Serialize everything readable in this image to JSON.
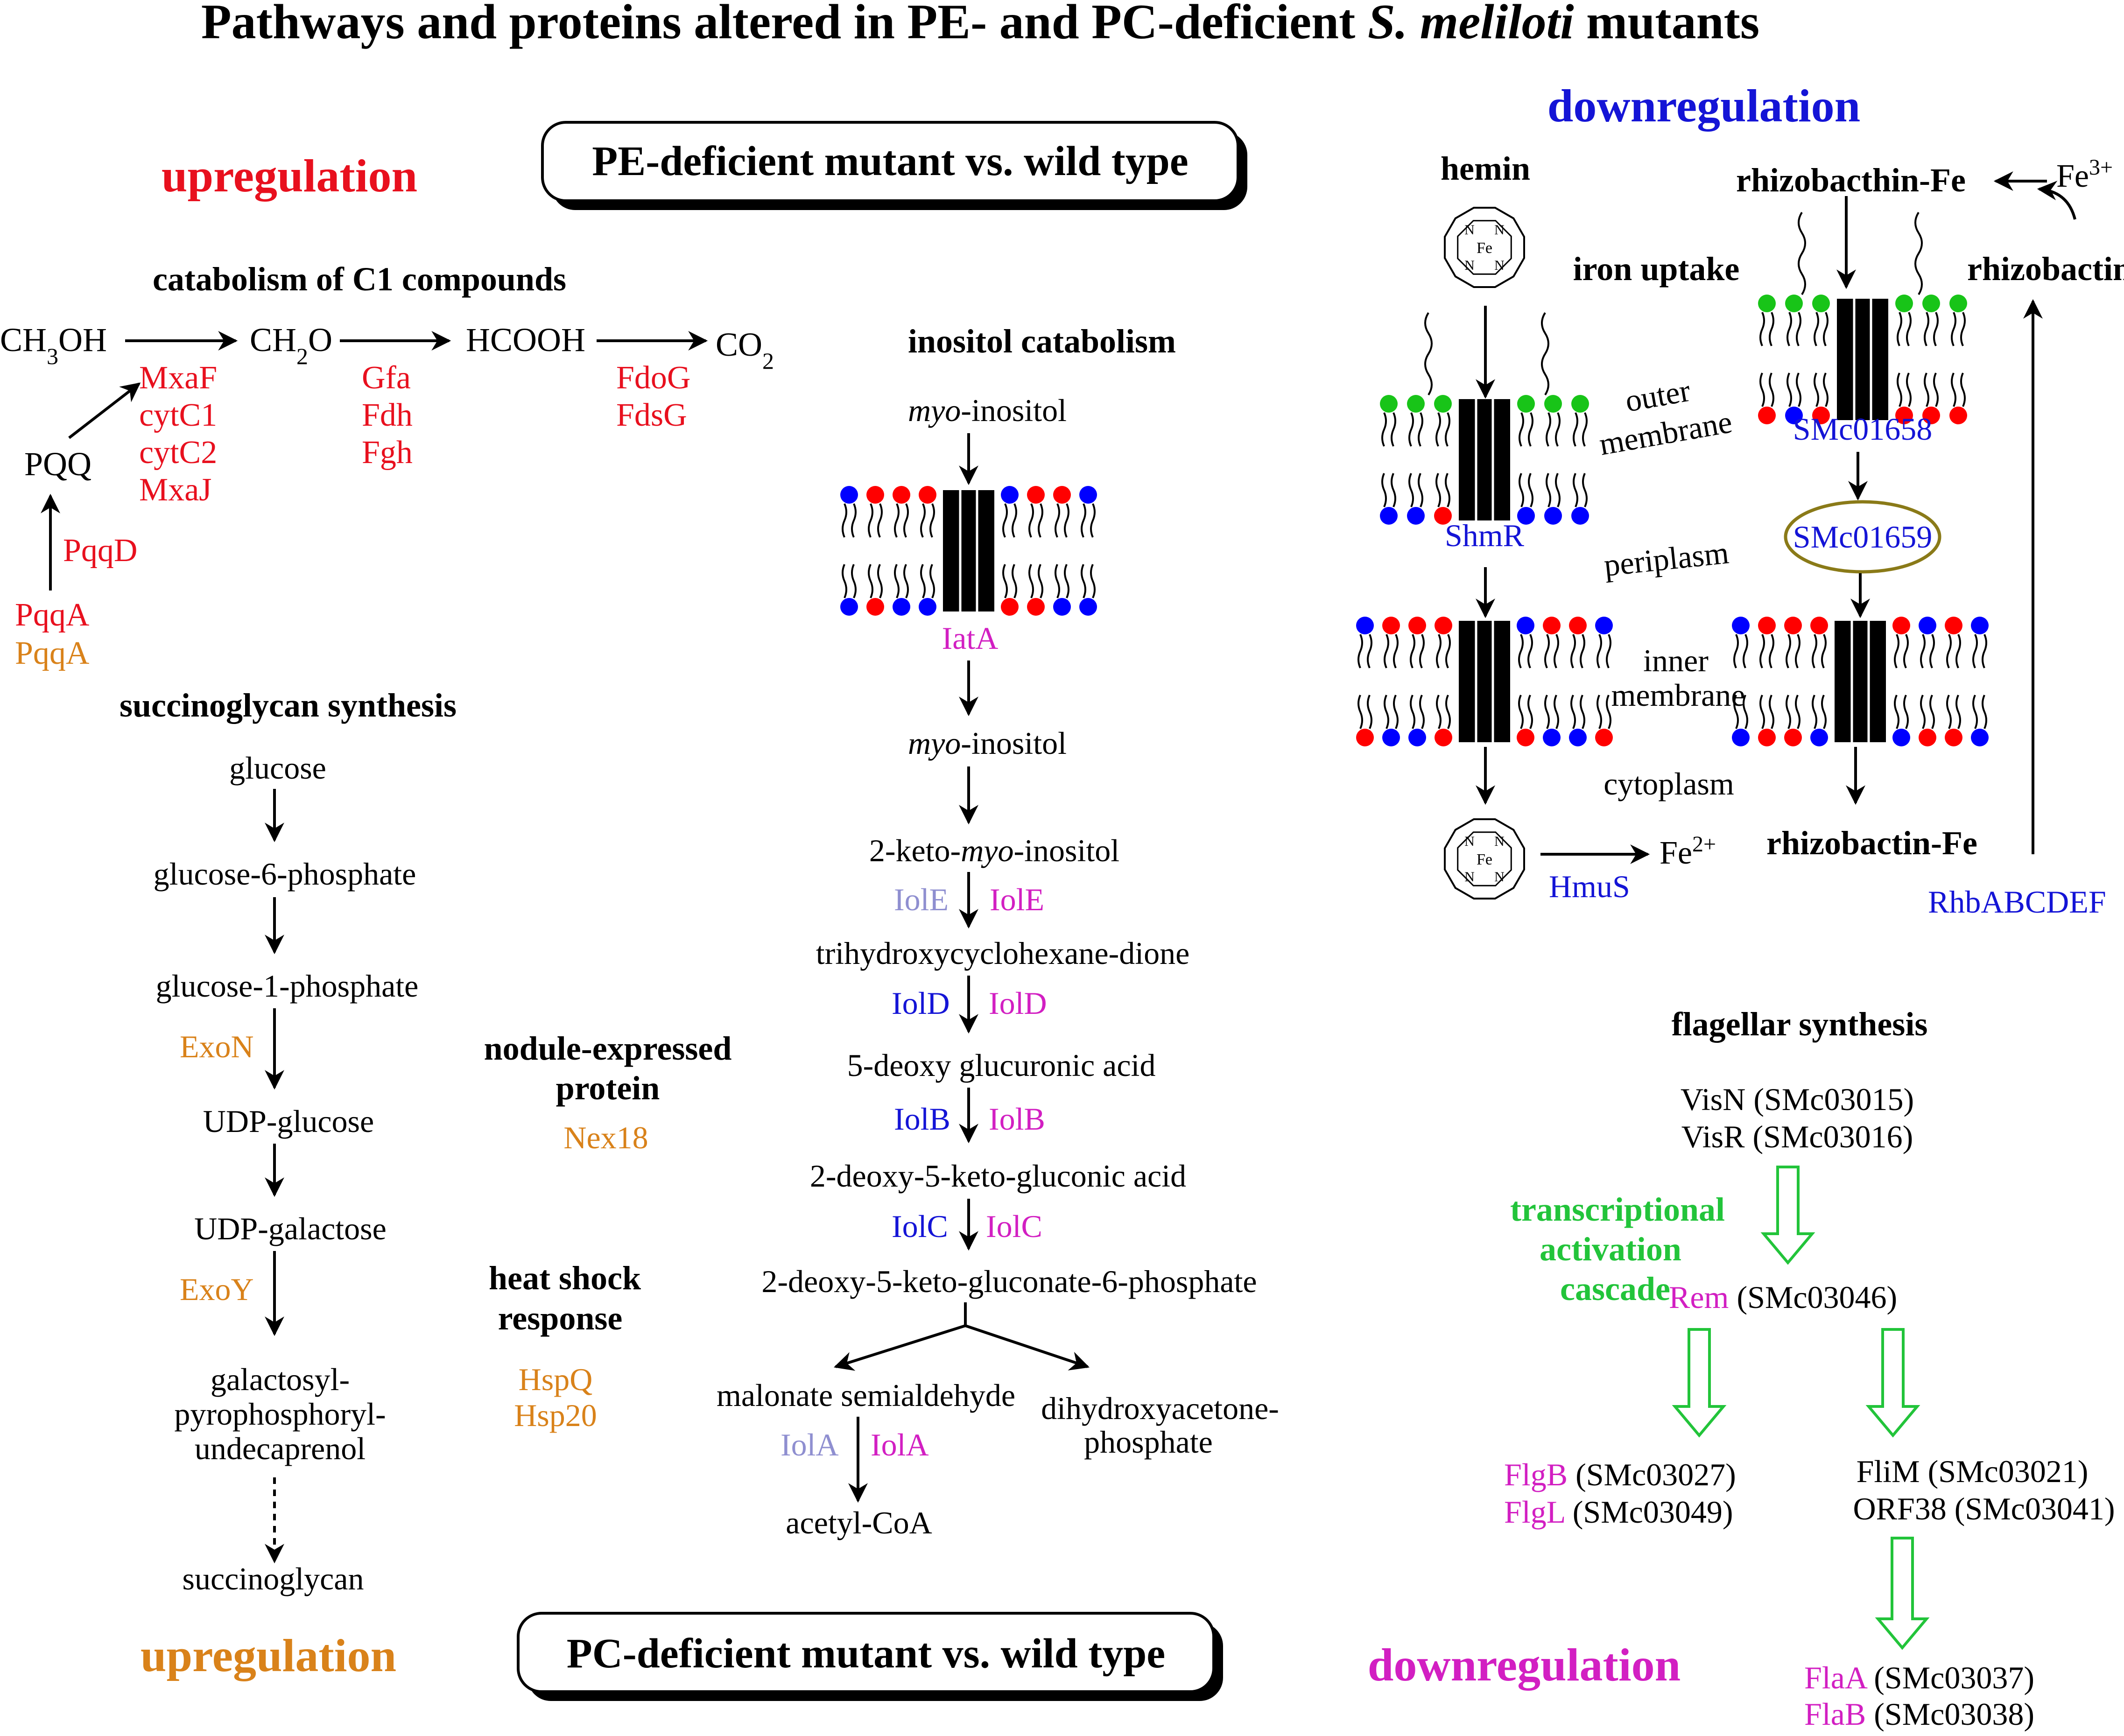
{
  "title": {
    "main": "Pathways and proteins altered in PE- and PC-deficient ",
    "species": "S. meliloti",
    "suffix": " mutants"
  },
  "boxes": {
    "pe": "PE-deficient mutant vs. wild type",
    "pc": "PC-deficient mutant vs. wild type"
  },
  "headers": {
    "upreg_pe": "upregulation",
    "downreg_pe": "downregulation",
    "upreg_pc": "upregulation",
    "downreg_pc": "downregulation"
  },
  "colors": {
    "pe_up": "#e8101e",
    "pe_down": "#1414d6",
    "pc_up": "#d9821a",
    "pc_down": "#d21fc2",
    "iol_light": "#8f8fd0",
    "cascade": "#22c43a",
    "lipid_head_red": "#ff0000",
    "lipid_head_blue": "#0000ff",
    "lipid_head_green": "#18c418",
    "periplasm_ring": "#8a7a18"
  },
  "c1": {
    "section": "catabolism of C1 compounds",
    "ch3oh": "CH",
    "ch3oh_sub": "3",
    "ch3oh_tail": "OH",
    "ch2o": "CH",
    "ch2o_sub": "2",
    "ch2o_tail": "O",
    "hcooh": "HCOOH",
    "co2": "CO",
    "co2_sub": "2",
    "pqq": "PQQ",
    "enz1": [
      "MxaF",
      "cytC1",
      "cytC2",
      "MxaJ"
    ],
    "enz2": [
      "Gfa",
      "Fdh",
      "Fgh"
    ],
    "enz3": [
      "FdoG",
      "FdsG"
    ],
    "pqqd": "PqqD",
    "pqqa_pe": "PqqA",
    "pqqa_pc": "PqqA"
  },
  "succinoglycan": {
    "section": "succinoglycan synthesis",
    "glucose": "glucose",
    "g6p": "glucose-6-phosphate",
    "g1p": "glucose-1-phosphate",
    "exon": "ExoN",
    "udpglc": "UDP-glucose",
    "udpgal": "UDP-galactose",
    "exoy": "ExoY",
    "gal1": "galactosyl-",
    "gal2": "pyrophosphoryl-",
    "gal3": "undecaprenol",
    "end": "succinoglycan"
  },
  "nodule": {
    "title1": "nodule-expressed",
    "title2": "protein",
    "protein": "Nex18"
  },
  "heatshock": {
    "title1": "heat shock",
    "title2": "response",
    "p1": "HspQ",
    "p2": "Hsp20"
  },
  "inositol": {
    "section": "inositol catabolism",
    "myo": "myo",
    "inositol": "-inositol",
    "iata": "IatA",
    "keto_pre": "2-keto-",
    "keto_myo": "myo",
    "keto_post": "-inositol",
    "iole_a": "IolE",
    "iole_b": "IolE",
    "trione": "trihydroxycyclohexane-dione",
    "iold_a": "IolD",
    "iold_b": "IolD",
    "deoxyglu": "5-deoxy glucuronic acid",
    "iolb_a": "IolB",
    "iolb_b": "IolB",
    "dkg": "2-deoxy-5-keto-gluconic acid",
    "iolc_a": "IolC",
    "iolc_b": "IolC",
    "dkgp": "2-deoxy-5-keto-gluconate-6-phosphate",
    "malonate": "malonate semialdehyde",
    "dhap1": "dihydroxyacetone-",
    "dhap2": "phosphate",
    "iola_a": "IolA",
    "iola_b": "IolA",
    "acetyl": "acetyl-CoA"
  },
  "iron": {
    "hemin": "hemin",
    "uptake": "iron uptake",
    "rfe_top": "rhizobacthin-Fe",
    "fe3": "Fe",
    "fe3_sup": "3+",
    "rhizobactin": "rhizobactin",
    "outer1": "outer",
    "outer2": "membrane",
    "shmr": "ShmR",
    "smc1658": "SMc01658",
    "periplasm": "periplasm",
    "smc1659": "SMc01659",
    "inner1": "inner",
    "inner2": "membrane",
    "cytoplasm": "cytoplasm",
    "hmus": "HmuS",
    "fe2": "Fe",
    "fe2_sup": "2+",
    "rfe_bottom": "rhizobactin-Fe",
    "rhb": "RhbABCDEF",
    "fe_atom": "Fe",
    "n_atom": "N"
  },
  "flagella": {
    "section": "flagellar synthesis",
    "visn": "VisN (SMc03015)",
    "visr": "VisR (SMc03016)",
    "tc1": "transcriptional",
    "tc2": "activation",
    "tc3": "cascade",
    "rem": "Rem",
    "rem_id": " (SMc03046)",
    "flgb": "FlgB",
    "flgb_id": " (SMc03027)",
    "flgl": "FlgL",
    "flgl_id": " (SMc03049)",
    "flim": "FliM (SMc03021)",
    "orf38": "ORF38 (SMc03041)",
    "flaa": "FlaA",
    "flaa_id": " (SMc03037)",
    "flab": "FlaB",
    "flab_id": " (SMc03038)"
  }
}
